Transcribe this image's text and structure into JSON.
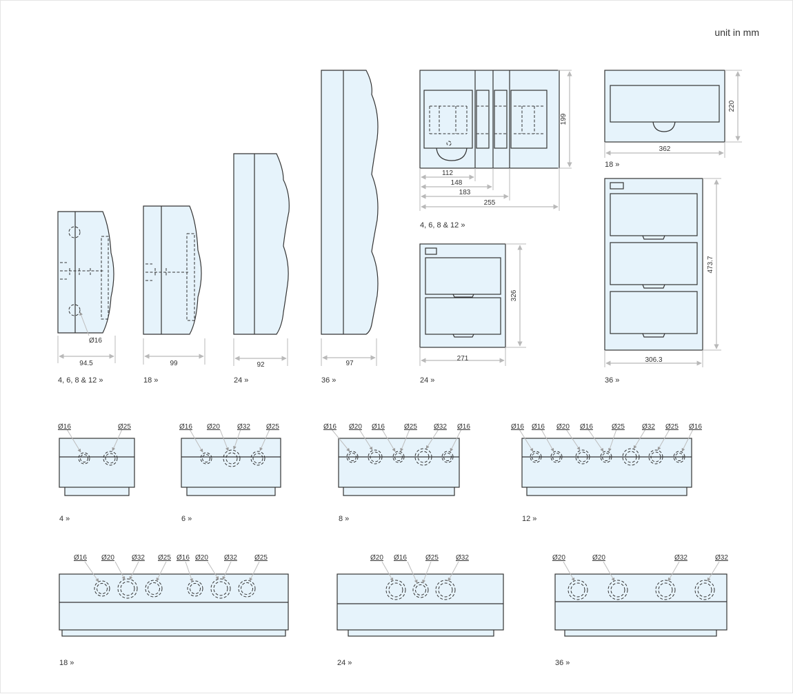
{
  "unit_note": "unit in mm",
  "side_views": [
    {
      "caption": "4, 6, 8 & 12 »",
      "width": "94.5",
      "callout": "Ø16"
    },
    {
      "caption": "18 »",
      "width": "99"
    },
    {
      "caption": "24 »",
      "width": "92"
    },
    {
      "caption": "36  »",
      "width": "97"
    }
  ],
  "front_views": {
    "small": {
      "caption": "4, 6, 8 & 12 »",
      "height": "199",
      "widths": [
        "112",
        "148",
        "183",
        "255"
      ]
    },
    "v18": {
      "caption": "18 »",
      "height": "220",
      "width": "362"
    },
    "v24": {
      "caption": "24 »",
      "height": "326",
      "width": "271"
    },
    "v36": {
      "caption": "36  »",
      "height": "473.7",
      "width": "306.3"
    }
  },
  "top_views": [
    {
      "caption": "4 »",
      "holes": [
        "Ø16",
        "Ø25"
      ]
    },
    {
      "caption": "6 »",
      "holes": [
        "Ø16",
        "Ø20",
        "Ø32",
        "Ø25"
      ]
    },
    {
      "caption": "8 »",
      "holes": [
        "Ø16",
        "Ø20",
        "Ø16",
        "Ø25",
        "Ø32",
        "Ø16"
      ]
    },
    {
      "caption": "12 »",
      "holes": [
        "Ø16",
        "Ø16",
        "Ø20",
        "Ø16",
        "Ø25",
        "Ø32",
        "Ø25",
        "Ø16"
      ]
    },
    {
      "caption": "18 »",
      "holes": [
        "Ø16",
        "Ø20",
        "Ø32",
        "Ø25",
        "Ø16",
        "Ø20",
        "Ø32",
        "Ø25"
      ]
    },
    {
      "caption": "24 »",
      "holes": [
        "Ø20",
        "Ø16",
        "Ø25",
        "Ø32"
      ]
    },
    {
      "caption": "36  »",
      "holes": [
        "Ø20",
        "Ø20",
        "Ø32",
        "Ø32"
      ]
    }
  ],
  "colors": {
    "enclosure_fill": "#e6f3fb",
    "outline": "#333333",
    "dimension_line": "#b9b9b9"
  }
}
